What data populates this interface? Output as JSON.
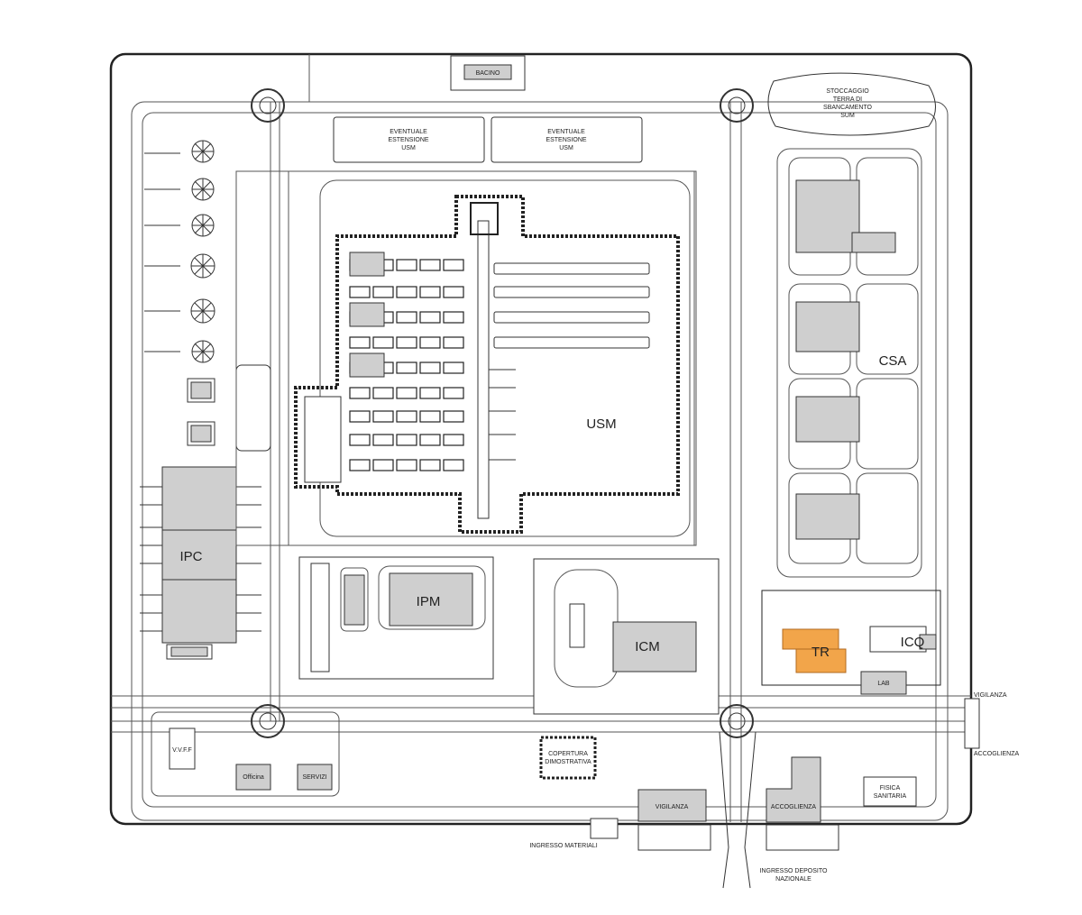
{
  "site_plan": {
    "bacino": "BACINO",
    "stoccaggio": [
      "STOCCAGGIO",
      "TERRA DI",
      "SBANCAMENTO",
      "SUM"
    ],
    "estensione": [
      "EVENTUALE",
      "ESTENSIONE",
      "USM"
    ],
    "usm": "USM",
    "csa": "CSA",
    "ipc": "IPC",
    "ipm": "IPM",
    "icm": "ICM",
    "tr": "TR",
    "icq": "ICQ",
    "lab": "LAB",
    "vvff": "V.V.F.F",
    "officina": "Officina",
    "servizi": "SERVIZI",
    "copertura": [
      "COPERTURA",
      "DIMOSTRATIVA"
    ],
    "vigilanza": "VIGILANZA",
    "accoglienza": "ACCOGLIENZA",
    "fisica": [
      "FISICA",
      "SANITARIA"
    ],
    "ingresso_materiali": "INGRESSO MATERIALI",
    "ingresso_deposito": [
      "INGRESSO DEPOSITO",
      "NAZIONALE"
    ],
    "vigilanza_side": "VIGILANZA",
    "accoglienza_side": "ACCOGLIENZA"
  },
  "colors": {
    "highlight": "#f2a54a",
    "building": "#cfcfcf",
    "line": "#333333"
  }
}
